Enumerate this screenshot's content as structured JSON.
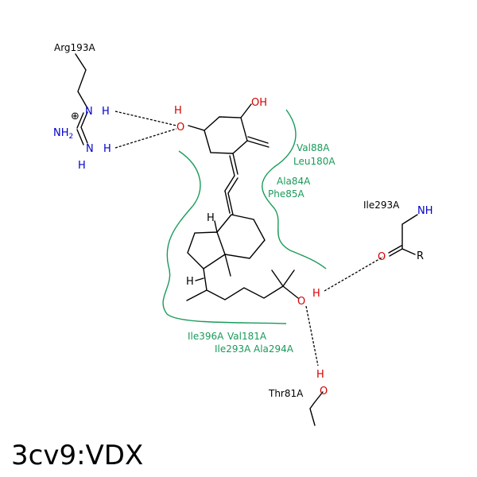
{
  "title": "3cv9:VDX",
  "colors": {
    "bond": "#000000",
    "oxygen": "#d40000",
    "nitrogen": "#0000cc",
    "hydrophobic": "#1a9a5a",
    "hbond": "#000000"
  },
  "residues": {
    "arg": "Arg193A",
    "ile": "Ile293A",
    "thr": "Thr81A"
  },
  "atoms": {
    "o_left": "O",
    "h_left": "H",
    "oh_top": "OH",
    "o_side": "O",
    "h_side": "H",
    "h_ring": "H",
    "h_chain": "H",
    "n_top": "N",
    "h_ntop": "H",
    "n_bot": "N",
    "h_nbot": "H",
    "nh2": "NH",
    "nh2_sub": "2",
    "plus": "⊕",
    "o_carbonyl": "O",
    "r_group": "R",
    "nh_ile": "NH",
    "o_thr": "O",
    "h_thr": "H"
  },
  "hydrophobic_contacts": {
    "right_top_1": "Val88A",
    "right_top_2": "Leu180A",
    "right_mid_1": "Ala84A",
    "right_mid_2": "Phe85A",
    "bottom_1a": "Ile396A",
    "bottom_1b": "Val181A",
    "bottom_2a": "Ile293A",
    "bottom_2b": "Ala294A"
  }
}
